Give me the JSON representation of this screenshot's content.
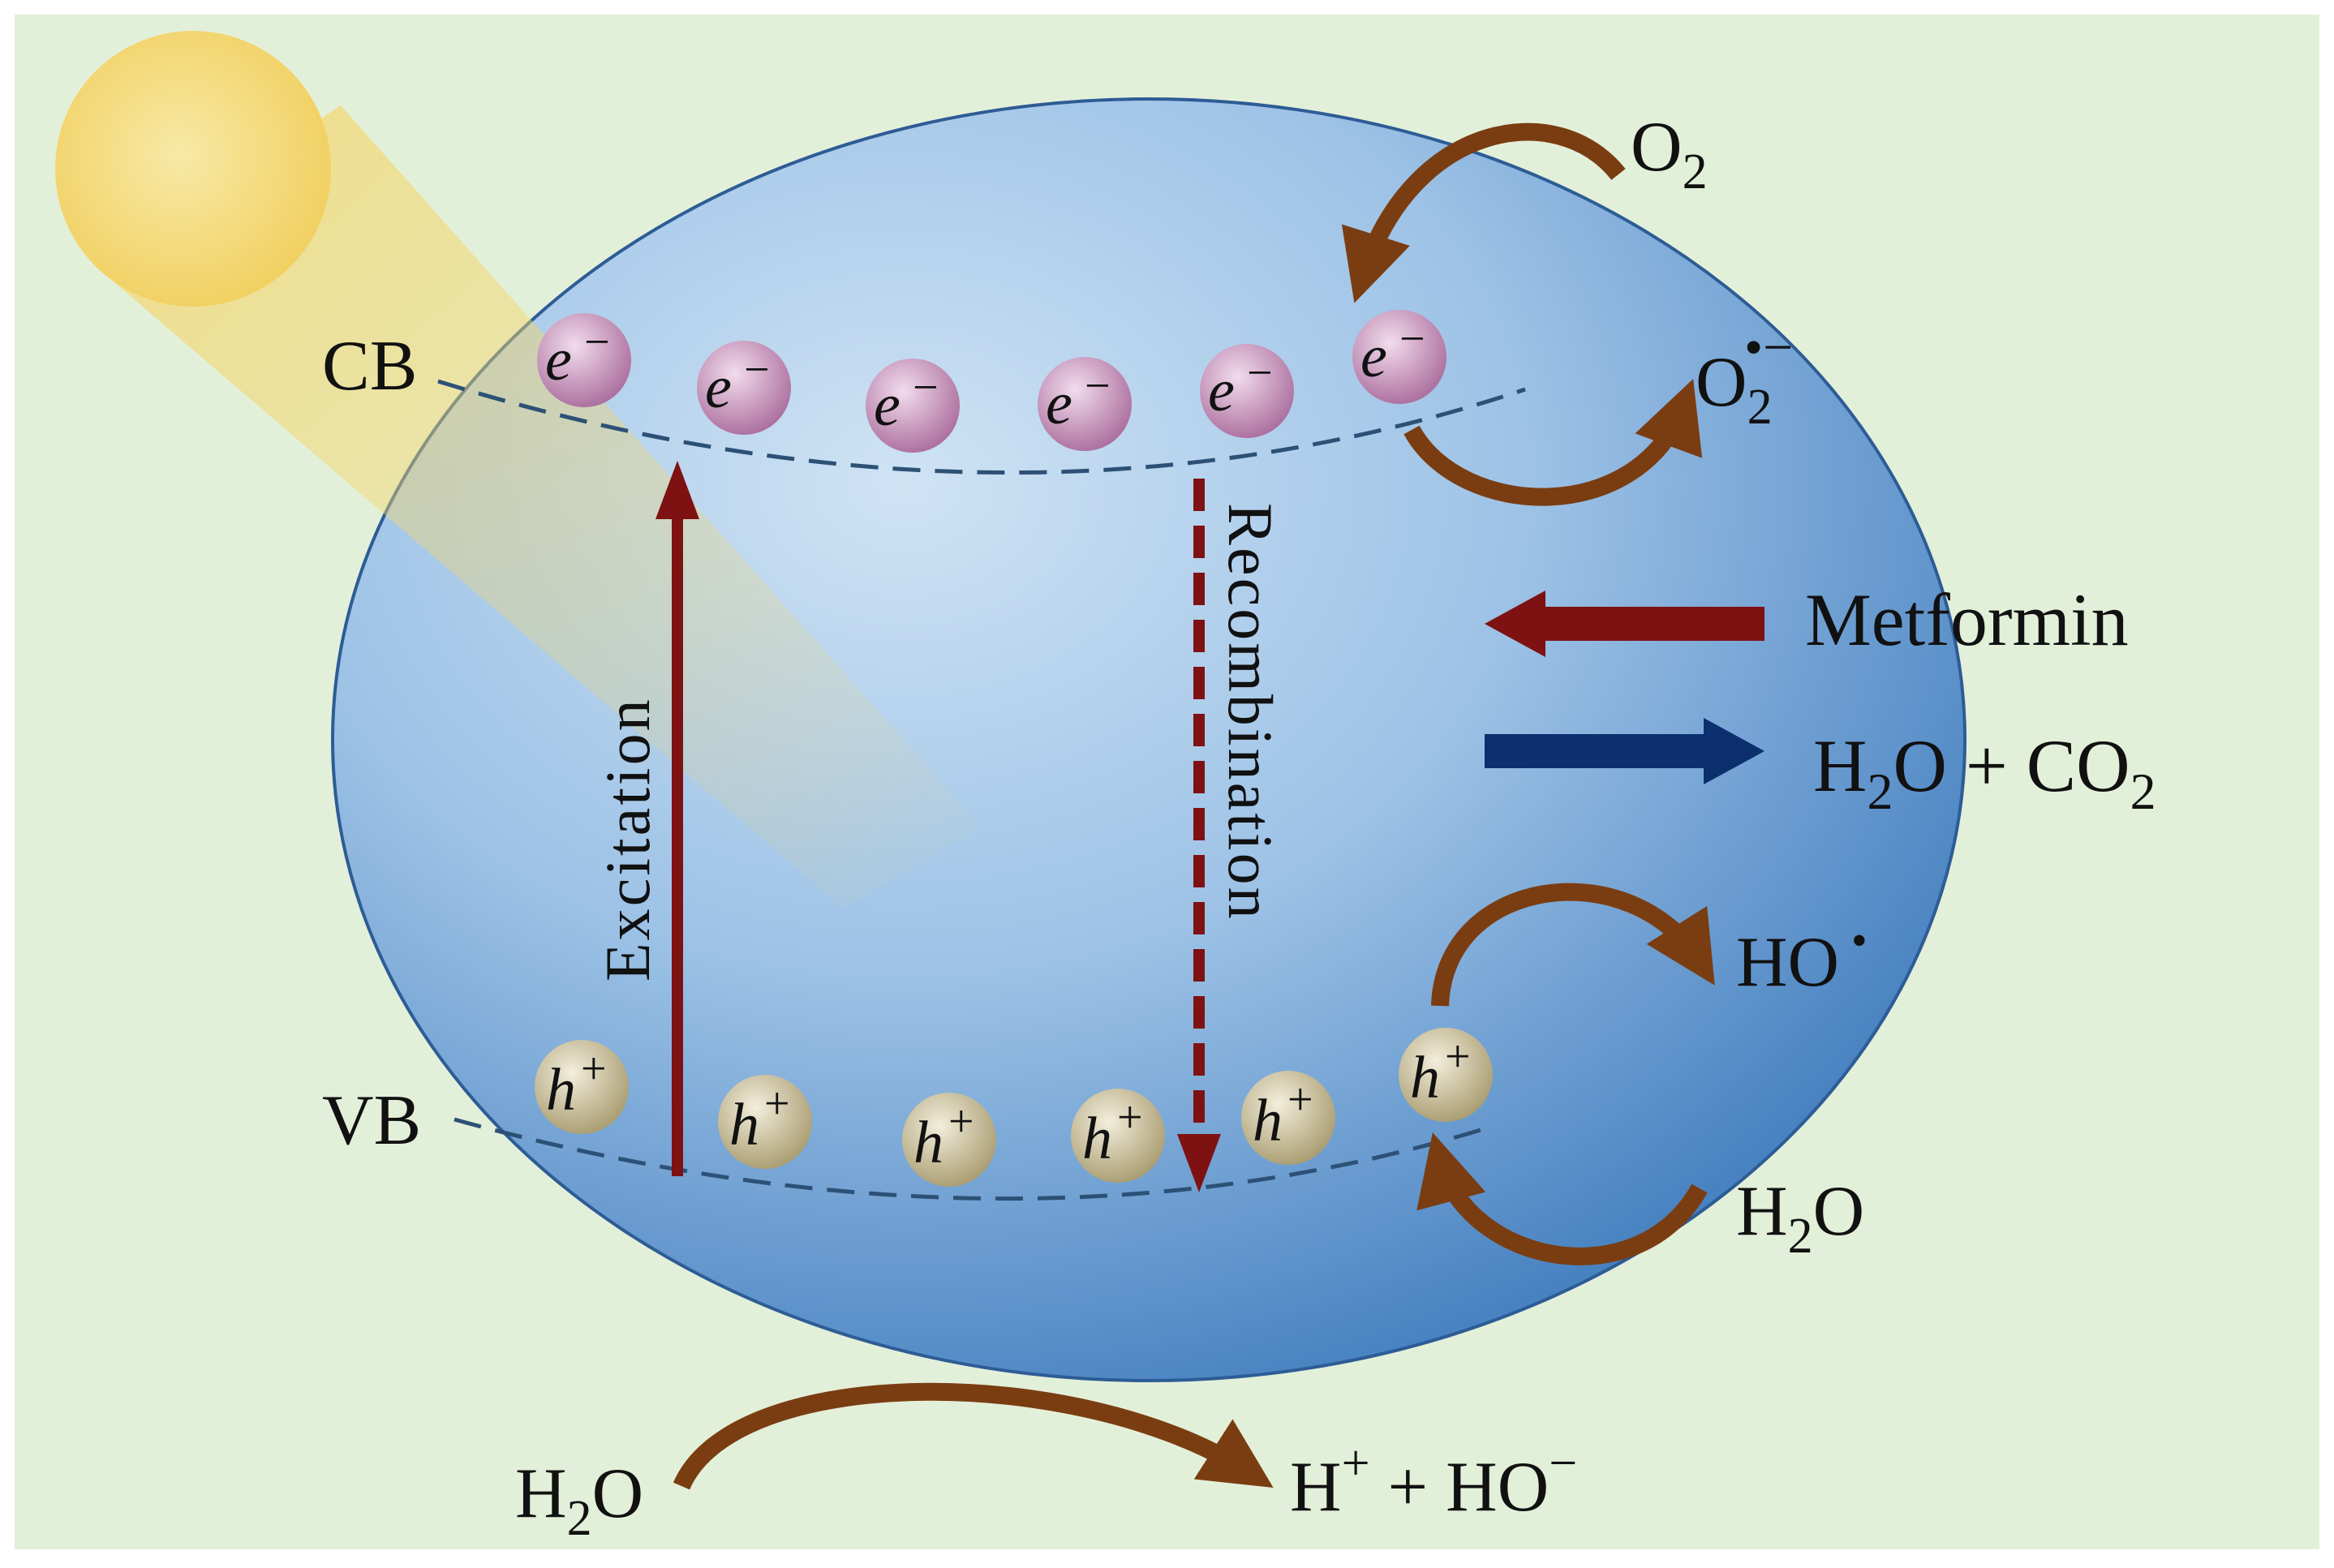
{
  "bands": {
    "cb": "CB",
    "vb": "VB"
  },
  "electron": {
    "symbol": "e",
    "charge": "−"
  },
  "hole": {
    "symbol": "h",
    "charge": "+"
  },
  "processes": {
    "excitation": "Excitation",
    "recombination": "Recombination"
  },
  "species": {
    "o2": {
      "base": "O",
      "sub": "2"
    },
    "superoxide": {
      "base": "O",
      "sub": "2",
      "sup": "•−"
    },
    "pollutant": "Metformin",
    "products": {
      "h": "H",
      "h_sub": "2",
      "o_plus_c": "O + CO",
      "co_sub": "2"
    },
    "hydroxyl_radical": {
      "base": "HO",
      "sup": "•"
    },
    "water_vb": {
      "h": "H",
      "sub": "2",
      "o": "O"
    },
    "water_bottom": {
      "h": "H",
      "sub": "2",
      "o": "O"
    },
    "dissociation": {
      "h": "H",
      "sup1": "+",
      "mid": " + HO",
      "sup2": "−"
    }
  },
  "colors": {
    "background": "#e3f0d9",
    "sphere_light": "#cfe3f4",
    "sphere_dark": "#2f6fb6",
    "sun": "#f3d36a",
    "electron": "#c28ab8",
    "hole": "#c9bd93",
    "excitation_arrow": "#7e1212",
    "metformin_arrow": "#7e1212",
    "product_arrow": "#0c2f6e",
    "curved_arrow": "#7a3d12"
  }
}
